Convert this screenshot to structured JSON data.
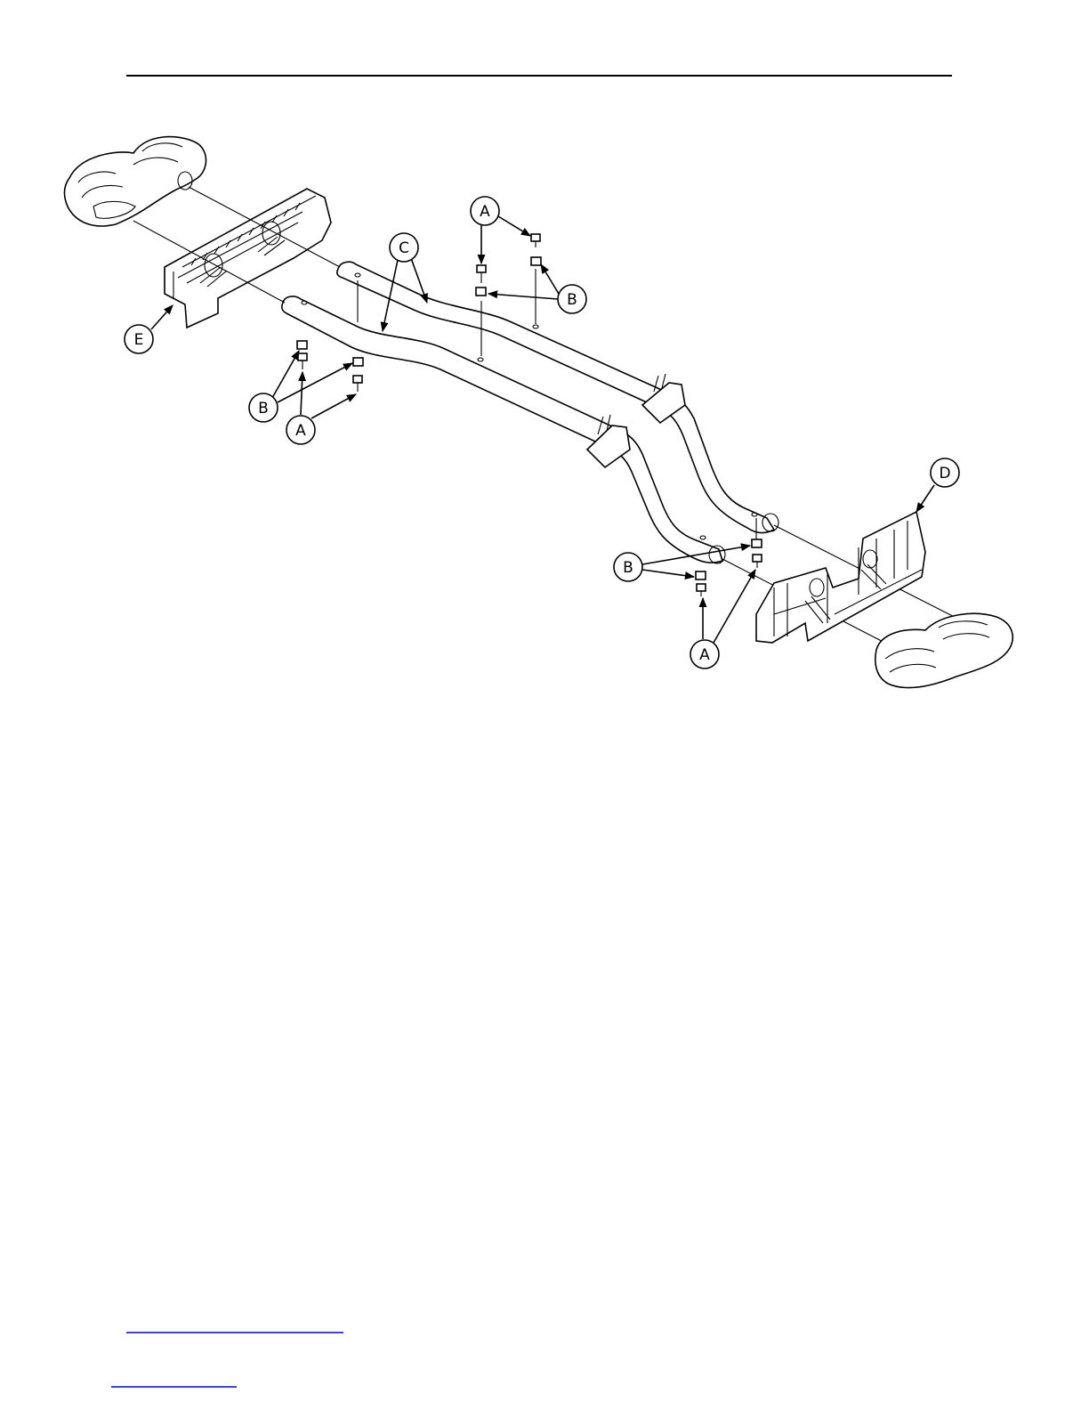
{
  "header": {
    "rule_color": "#000000"
  },
  "callouts": {
    "A1": "A",
    "A2": "A",
    "A3": "A",
    "B1": "B",
    "B2": "B",
    "B3": "B",
    "C": "C",
    "D": "D",
    "E": "E"
  },
  "footer": {
    "link_color": "#0000ee"
  }
}
